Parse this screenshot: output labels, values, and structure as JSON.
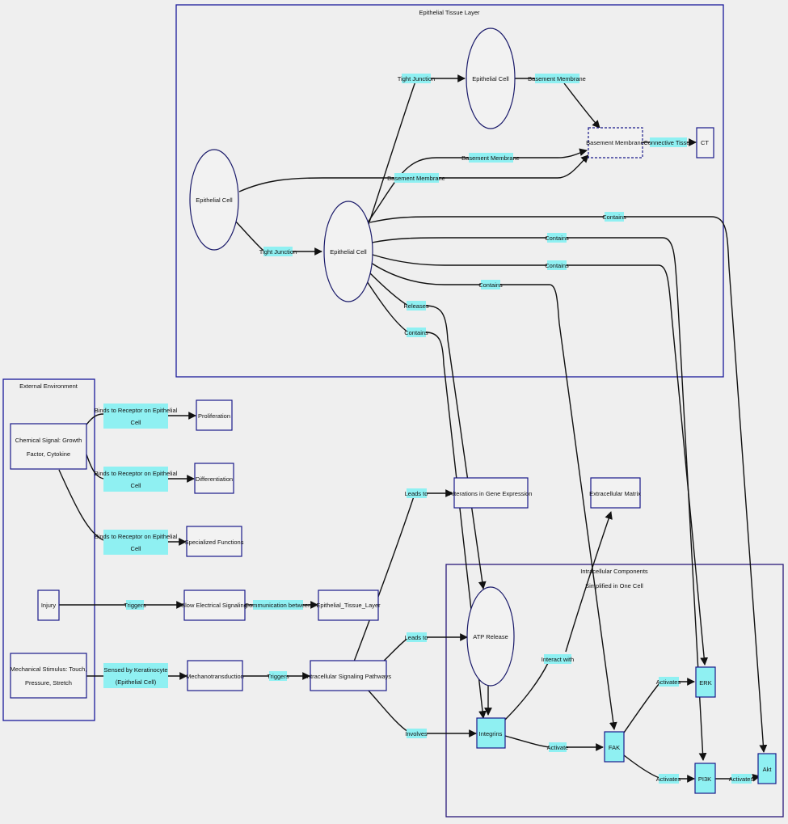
{
  "clusters": {
    "epithelial_layer": "Epithelial Tissue Layer",
    "external_env": "External Environment",
    "intracellular_1": "Intracellular Components",
    "intracellular_2": "Simplified in One Cell"
  },
  "nodes": {
    "epi_cell_top": "Epithelial Cell",
    "epi_cell_left": "Epithelial Cell",
    "epi_cell_mid": "Epithelial Cell",
    "basement_membrane": "Basement Membrane",
    "ct": "CT",
    "chemical_1": "Chemical Signal: Growth",
    "chemical_2": "Factor, Cytokine",
    "proliferation": "Proliferation",
    "differentiation": "Differentiation",
    "specialized": "Specialized Functions",
    "injury": "Injury",
    "slow_electrical": "Slow Electrical Signaling",
    "epi_tissue_layer": "Epithelial_Tissue_Layer",
    "mech_1": "Mechanical Stimulus: Touch,",
    "mech_2": "Pressure, Stretch",
    "mechanotransduction": "Mechanotransduction",
    "intracellular_pathways": "Intracellular Signaling Pathways",
    "gene_expression": "Alterations in Gene Expression",
    "ecm": "Extracellular Matrix",
    "atp": "ATP Release",
    "integrins": "Integrins",
    "fak": "FAK",
    "erk": "ERK",
    "pi3k": "PI3K",
    "akt": "Akt"
  },
  "edge_labels": {
    "tight_junction_top": "Tight Junction",
    "bm_top": "Basement Membrane",
    "bm_mid": "Basement Membrane",
    "bm_left": "Basement Membrane",
    "tight_junction_left": "Tight Junction",
    "connective_tissue": "Connective Tissue",
    "contains_akt": "Contains",
    "contains_pi3k": "Contains",
    "contains_erk": "Contains",
    "contains_fak": "Contains",
    "releases": "Releases",
    "contains_integrins": "Contains",
    "binds_1a": "Binds to Receptor on Epithelial",
    "binds_1b": "Cell",
    "binds_2a": "Binds to Receptor on Epithelial",
    "binds_2b": "Cell",
    "binds_3a": "Binds to Receptor on Epithelial",
    "binds_3b": "Cell",
    "triggers_injury": "Triggers",
    "communication": "Communication between",
    "sensed_a": "Sensed by Keratinocyte",
    "sensed_b": "(Epithelial Cell)",
    "triggers_mech": "Triggers",
    "leads_gene": "Leads to",
    "leads_atp": "Leads to",
    "involves": "Involves",
    "interact": "Interact with",
    "activate": "Activate",
    "activates_erk": "Activates",
    "activates_pi3k": "Activates",
    "activates_akt": "Activates"
  }
}
